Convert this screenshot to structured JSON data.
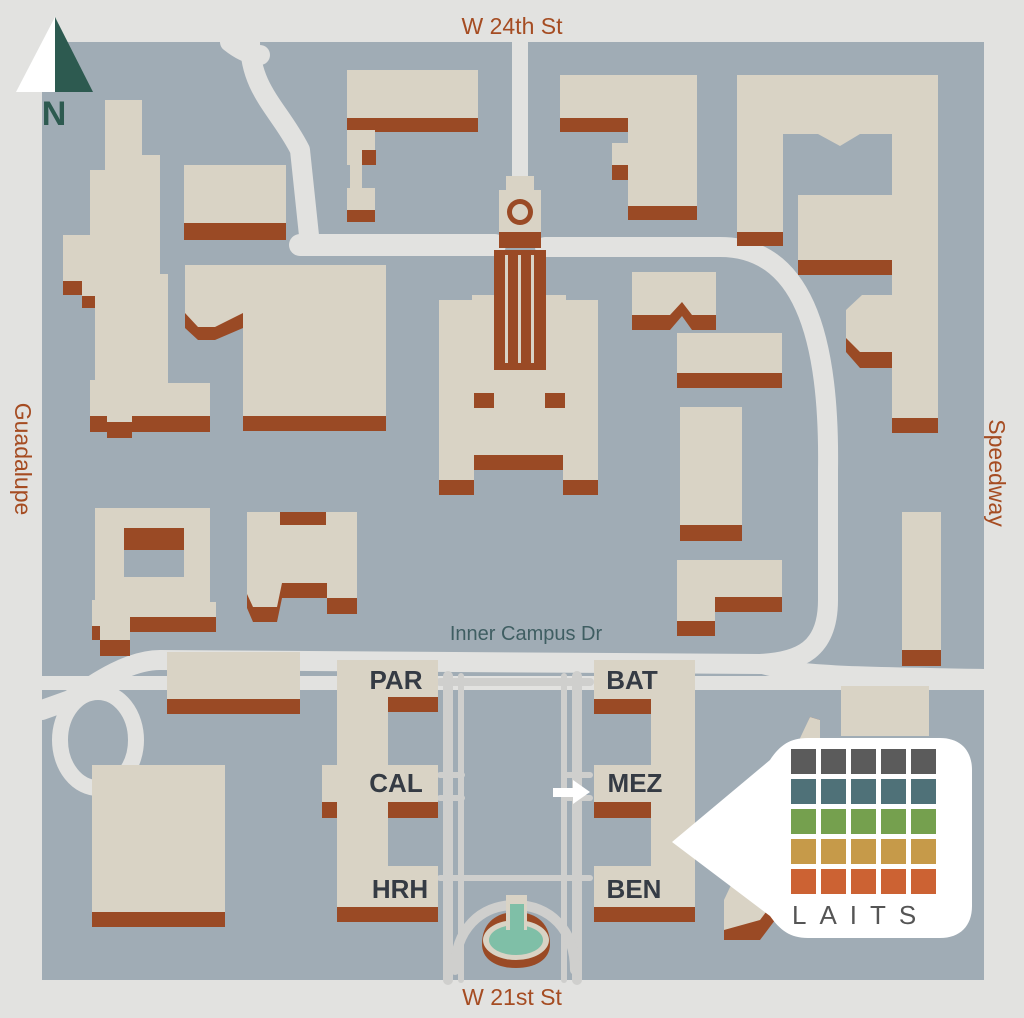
{
  "colors": {
    "ground": "#a0acb5",
    "road": "#e2e2e0",
    "building": "#d9d3c5",
    "building_shadow": "#9a4a25",
    "street_label": "#a54c22",
    "inner_label": "#3f5e62",
    "building_label": "#353b44",
    "north_arrow_dark": "#2d5a50",
    "fountain_water": "#7fbfa7"
  },
  "streets": {
    "north": "W 24th St",
    "south": "W 21st St",
    "west": "Guadalupe",
    "east": "Speedway",
    "inner": "Inner Campus Dr"
  },
  "compass": {
    "letter": "N",
    "icon": "north-arrow-icon"
  },
  "buildings": {
    "par": "PAR",
    "cal": "CAL",
    "hrh": "HRH",
    "bat": "BAT",
    "mez": "MEZ",
    "ben": "BEN"
  },
  "marker": {
    "icon": "arrow-right-icon",
    "points_to": "MEZ"
  },
  "logo": {
    "text": "LAITS",
    "grid_rows": [
      {
        "color": "#5b5b5b"
      },
      {
        "color": "#4f7178"
      },
      {
        "color": "#75a04e"
      },
      {
        "color": "#c69a49"
      },
      {
        "color": "#cc6233"
      }
    ]
  }
}
